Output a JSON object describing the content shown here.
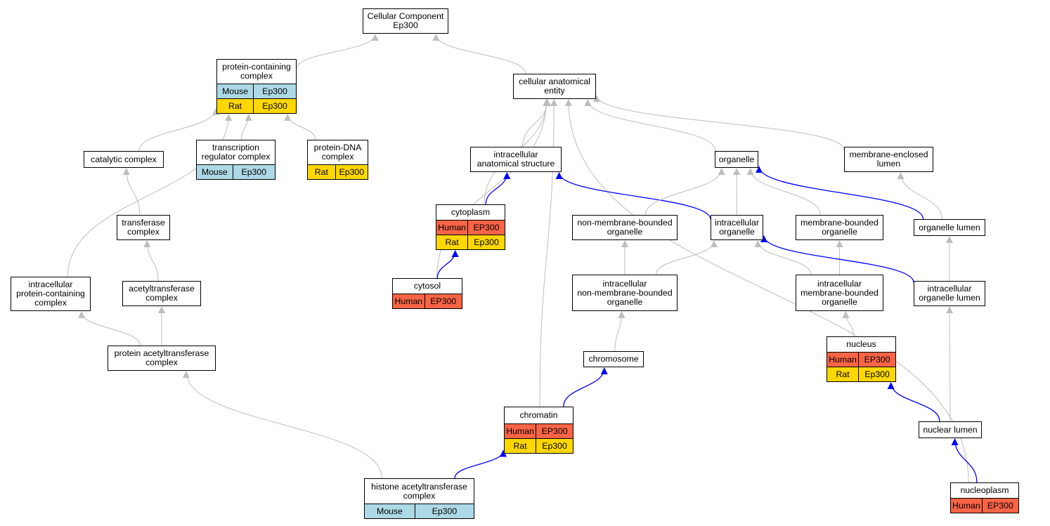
{
  "colors": {
    "human": "#f96446",
    "mouse": "#add8e6",
    "rat": "#ffd700",
    "edge_isa": "#bebebe",
    "edge_partof": "#0000ff"
  },
  "nodes": {
    "root": {
      "title": "Cellular Component\nEp300",
      "rows": []
    },
    "pcc": {
      "title": "protein-containing\ncomplex",
      "rows": [
        {
          "species": "Mouse",
          "gene": "Ep300",
          "kind": "mouse"
        },
        {
          "species": "Rat",
          "gene": "Ep300",
          "kind": "rat"
        }
      ]
    },
    "cae": {
      "title": "cellular anatomical\nentity",
      "rows": []
    },
    "cat": {
      "title": "catalytic complex",
      "rows": []
    },
    "trc": {
      "title": "transcription\nregulator complex",
      "rows": [
        {
          "species": "Mouse",
          "gene": "Ep300",
          "kind": "mouse"
        }
      ]
    },
    "pdna": {
      "title": "protein-DNA\ncomplex",
      "rows": [
        {
          "species": "Rat",
          "gene": "Ep300",
          "kind": "rat"
        }
      ]
    },
    "ias": {
      "title": "intracellular\nanatomical structure",
      "rows": []
    },
    "org": {
      "title": "organelle",
      "rows": []
    },
    "mel": {
      "title": "membrane-enclosed\nlumen",
      "rows": []
    },
    "tc": {
      "title": "transferase\ncomplex",
      "rows": []
    },
    "cyto": {
      "title": "cytoplasm",
      "rows": [
        {
          "species": "Human",
          "gene": "EP300",
          "kind": "human"
        },
        {
          "species": "Rat",
          "gene": "Ep300",
          "kind": "rat"
        }
      ]
    },
    "nmbo": {
      "title": "non-membrane-bounded\norganelle",
      "rows": []
    },
    "io": {
      "title": "intracellular\norganelle",
      "rows": []
    },
    "mbo": {
      "title": "membrane-bounded\norganelle",
      "rows": []
    },
    "ol": {
      "title": "organelle lumen",
      "rows": []
    },
    "ipcc": {
      "title": "intracellular\nprotein-containing\ncomplex",
      "rows": []
    },
    "atc": {
      "title": "acetyltransferase\ncomplex",
      "rows": []
    },
    "cytosol": {
      "title": "cytosol",
      "rows": [
        {
          "species": "Human",
          "gene": "EP300",
          "kind": "human"
        }
      ]
    },
    "inmbo": {
      "title": "intracellular\nnon-membrane-bounded\norganelle",
      "rows": []
    },
    "imbo": {
      "title": "intracellular\nmembrane-bounded\norganelle",
      "rows": []
    },
    "iol": {
      "title": "intracellular\norganelle lumen",
      "rows": []
    },
    "nucleus": {
      "title": "nucleus",
      "rows": [
        {
          "species": "Human",
          "gene": "EP300",
          "kind": "human"
        },
        {
          "species": "Rat",
          "gene": "Ep300",
          "kind": "rat"
        }
      ]
    },
    "pac": {
      "title": "protein acetyltransferase\ncomplex",
      "rows": []
    },
    "chrom": {
      "title": "chromosome",
      "rows": []
    },
    "chromatin": {
      "title": "chromatin",
      "rows": [
        {
          "species": "Human",
          "gene": "EP300",
          "kind": "human"
        },
        {
          "species": "Rat",
          "gene": "Ep300",
          "kind": "rat"
        }
      ]
    },
    "nl": {
      "title": "nuclear lumen",
      "rows": []
    },
    "hac": {
      "title": "histone acetyltransferase\ncomplex",
      "rows": [
        {
          "species": "Mouse",
          "gene": "Ep300",
          "kind": "mouse"
        }
      ]
    },
    "np": {
      "title": "nucleoplasm",
      "rows": [
        {
          "species": "Human",
          "gene": "EP300",
          "kind": "human"
        }
      ]
    }
  },
  "edges": [
    {
      "from": "pcc",
      "to": "root",
      "type": "is_a"
    },
    {
      "from": "cae",
      "to": "root",
      "type": "is_a"
    },
    {
      "from": "cat",
      "to": "pcc",
      "type": "is_a"
    },
    {
      "from": "trc",
      "to": "pcc",
      "type": "is_a"
    },
    {
      "from": "pdna",
      "to": "pcc",
      "type": "is_a"
    },
    {
      "from": "ipcc",
      "to": "pcc",
      "type": "is_a"
    },
    {
      "from": "tc",
      "to": "cat",
      "type": "is_a"
    },
    {
      "from": "atc",
      "to": "tc",
      "type": "is_a"
    },
    {
      "from": "pac",
      "to": "atc",
      "type": "is_a"
    },
    {
      "from": "pac",
      "to": "ipcc",
      "type": "is_a"
    },
    {
      "from": "hac",
      "to": "pac",
      "type": "is_a"
    },
    {
      "from": "hac",
      "to": "chromatin",
      "type": "part_of"
    },
    {
      "from": "ias",
      "to": "cae",
      "type": "is_a"
    },
    {
      "from": "cyto",
      "to": "cae",
      "type": "is_a"
    },
    {
      "from": "cytosol",
      "to": "cae",
      "type": "is_a"
    },
    {
      "from": "chromatin",
      "to": "cae",
      "type": "is_a"
    },
    {
      "from": "org",
      "to": "cae",
      "type": "is_a"
    },
    {
      "from": "mel",
      "to": "cae",
      "type": "is_a"
    },
    {
      "from": "np",
      "to": "cae",
      "type": "is_a"
    },
    {
      "from": "cyto",
      "to": "ias",
      "type": "part_of"
    },
    {
      "from": "cytosol",
      "to": "cyto",
      "type": "part_of"
    },
    {
      "from": "io",
      "to": "ias",
      "type": "part_of"
    },
    {
      "from": "nmbo",
      "to": "org",
      "type": "is_a"
    },
    {
      "from": "io",
      "to": "org",
      "type": "is_a"
    },
    {
      "from": "mbo",
      "to": "org",
      "type": "is_a"
    },
    {
      "from": "ol",
      "to": "org",
      "type": "part_of"
    },
    {
      "from": "ol",
      "to": "mel",
      "type": "is_a"
    },
    {
      "from": "inmbo",
      "to": "nmbo",
      "type": "is_a"
    },
    {
      "from": "inmbo",
      "to": "io",
      "type": "is_a"
    },
    {
      "from": "imbo",
      "to": "io",
      "type": "is_a"
    },
    {
      "from": "imbo",
      "to": "mbo",
      "type": "is_a"
    },
    {
      "from": "iol",
      "to": "io",
      "type": "part_of"
    },
    {
      "from": "iol",
      "to": "ol",
      "type": "is_a"
    },
    {
      "from": "chrom",
      "to": "inmbo",
      "type": "is_a"
    },
    {
      "from": "chromatin",
      "to": "chrom",
      "type": "part_of"
    },
    {
      "from": "nucleus",
      "to": "imbo",
      "type": "is_a"
    },
    {
      "from": "nl",
      "to": "iol",
      "type": "is_a"
    },
    {
      "from": "nl",
      "to": "nucleus",
      "type": "part_of"
    },
    {
      "from": "np",
      "to": "nl",
      "type": "part_of"
    }
  ]
}
